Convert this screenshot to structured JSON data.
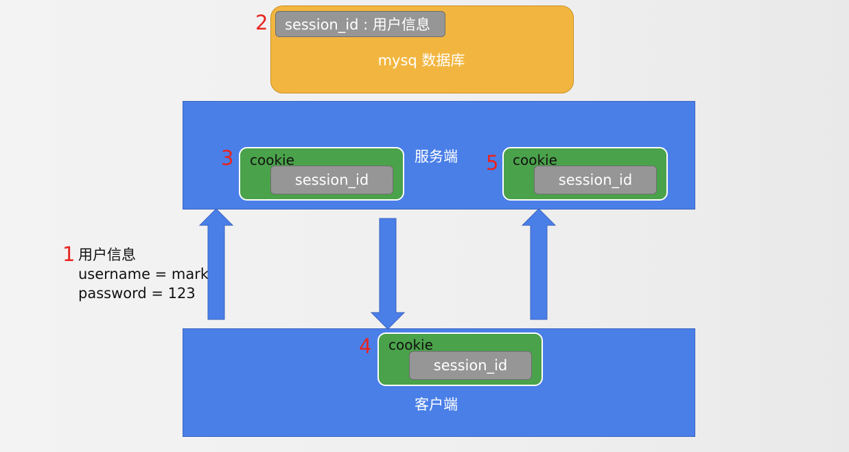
{
  "database": {
    "key_label": "session_id : 用户信息",
    "label": "mysq 数据库"
  },
  "server": {
    "label": "服务端",
    "cookie_left": {
      "label": "cookie",
      "session": "session_id"
    },
    "cookie_right": {
      "label": "cookie",
      "session": "session_id"
    }
  },
  "client": {
    "label": "客户端",
    "cookie": {
      "label": "cookie",
      "session": "session_id"
    }
  },
  "steps": {
    "s1": "1",
    "s2": "2",
    "s3": "3",
    "s4": "4",
    "s5": "5"
  },
  "credentials": {
    "title": "用户信息",
    "username": "username = mark",
    "password": "password = 123"
  },
  "colors": {
    "database": "#f2b640",
    "box_blue": "#4a7fe8",
    "cookie_green": "#4aa24a",
    "session_gray": "#969696",
    "step_red": "#e8231f"
  }
}
